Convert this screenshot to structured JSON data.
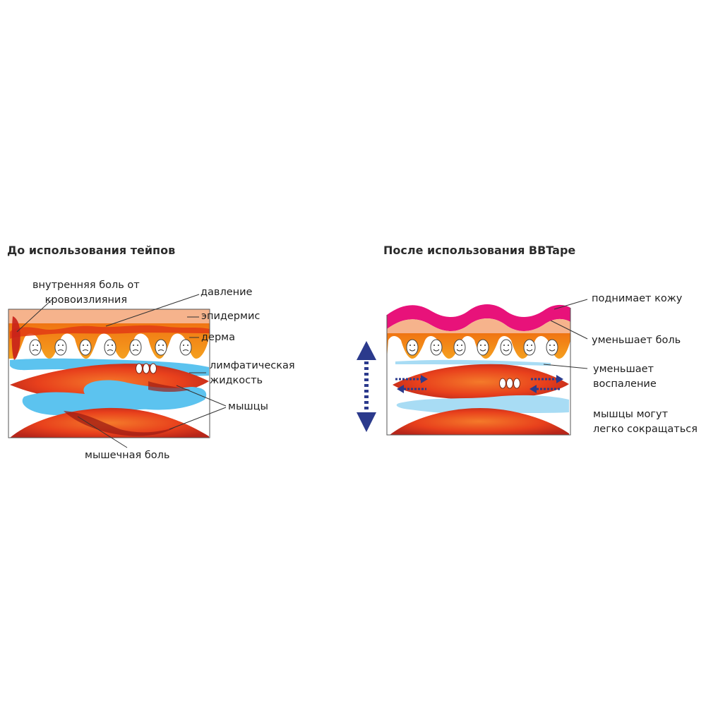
{
  "before": {
    "title": "До использования тейпов",
    "labels": {
      "internal_pain_line1": "внутренняя боль от",
      "internal_pain_line2": "кровоизлияния",
      "pressure": "давление",
      "epidermis": "эпидермис",
      "dermis": "дерма",
      "lymph_line1": "лимфатическая",
      "lymph_line2": "жидкость",
      "muscles": "мышцы",
      "muscle_pain": "мышечная боль"
    }
  },
  "after": {
    "title": "После использования BBTape",
    "labels": {
      "lifts_skin": "поднимает кожу",
      "reduces_pain": "уменьшает боль",
      "reduces_inflammation_line1": "уменьшает",
      "reduces_inflammation_line2": "воспаление",
      "muscles_contract_line1": "мышцы могут",
      "muscles_contract_line2": "легко сокращаться"
    }
  },
  "colors": {
    "skin_lift": "#e8127a",
    "epidermis": "#f6b38c",
    "dermis": "#f29318",
    "muscle": "#e8401c",
    "lymph": "#5cc3ef",
    "arrow": "#2b3a8c"
  }
}
